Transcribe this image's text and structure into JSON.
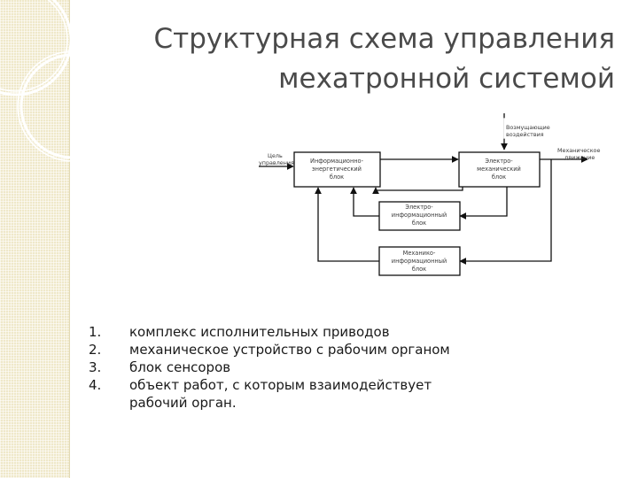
{
  "title": {
    "line1": "Структурная схема управления",
    "line2": "мехатронной системой"
  },
  "diagram": {
    "blocks": {
      "info": [
        "Информационно-",
        "энергетический",
        "блок"
      ],
      "electro_exec": [
        "Электро-",
        "механический",
        "блок"
      ],
      "electro_info": [
        "Электро-",
        "информационный",
        "блок"
      ],
      "mech_info": [
        "Механико-",
        "информационный",
        "блок"
      ]
    },
    "labels": {
      "goal": [
        "Цель",
        "управления"
      ],
      "disturb": [
        "Возмущающие",
        "воздействия"
      ],
      "mech_motion": [
        "Механическое",
        "движение"
      ]
    }
  },
  "list": [
    {
      "num": "1.",
      "lines": [
        "комплекс исполнительных приводов"
      ]
    },
    {
      "num": "2.",
      "lines": [
        "механическое устройство с рабочим органом"
      ]
    },
    {
      "num": "3.",
      "lines": [
        "блок сенсоров"
      ]
    },
    {
      "num": "4.",
      "lines": [
        "объект работ, с которым взаимодействует",
        "рабочий орган."
      ]
    }
  ]
}
